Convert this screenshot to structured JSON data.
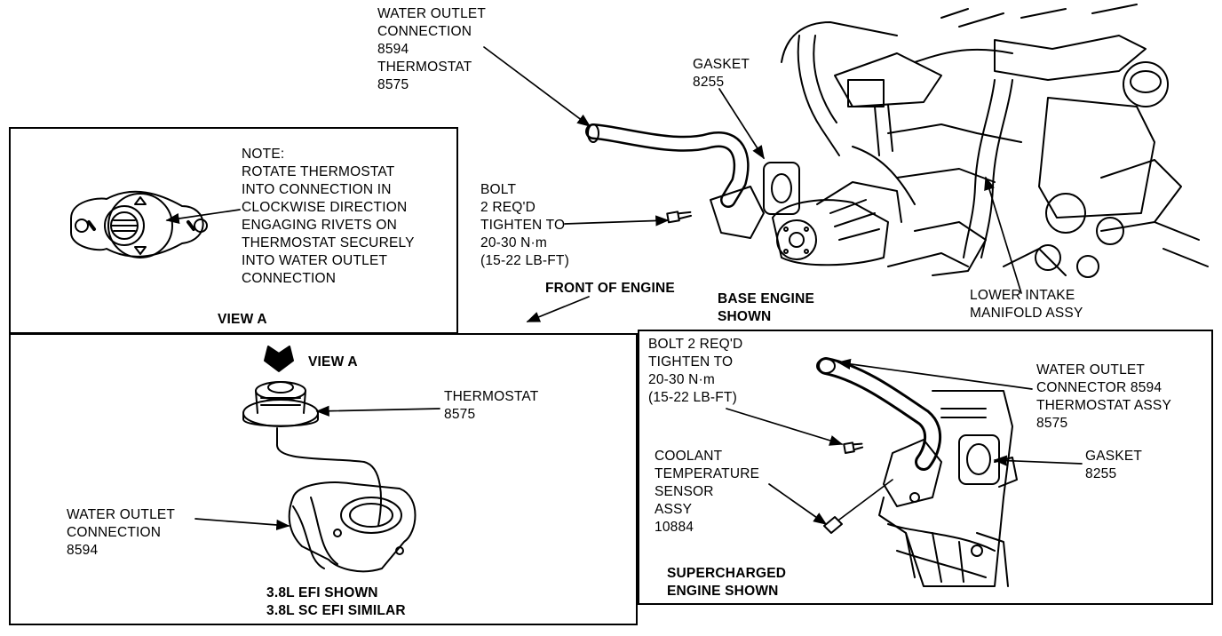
{
  "labels": {
    "water_outlet_top": "WATER OUTLET\nCONNECTION\n8594\nTHERMOSTAT\n8575",
    "gasket_top": "GASKET\n8255",
    "note": "NOTE:\nROTATE THERMOSTAT\nINTO CONNECTION IN\nCLOCKWISE DIRECTION\nENGAGING RIVETS ON\nTHERMOSTAT SECURELY\nINTO WATER OUTLET\nCONNECTION",
    "view_a_title": "VIEW A",
    "bolt_top": "BOLT\n2 REQ'D\nTIGHTEN TO\n20-30 N·m\n(15-22 LB-FT)",
    "front_of_engine": "FRONT OF ENGINE",
    "base_engine": "BASE ENGINE\nSHOWN",
    "lower_intake": "LOWER INTAKE\nMANIFOLD ASSY",
    "view_a_arrow": "VIEW A",
    "thermostat_left": "THERMOSTAT\n8575",
    "water_outlet_left": "WATER OUTLET\nCONNECTION\n8594",
    "efi_shown": "3.8L EFI SHOWN\n3.8L SC EFI SIMILAR",
    "bolt_right": "BOLT 2 REQ'D\nTIGHTEN TO\n20-30 N·m\n(15-22 LB-FT)",
    "water_outlet_right": "WATER OUTLET\nCONNECTOR 8594\nTHERMOSTAT ASSY\n8575",
    "gasket_right": "GASKET\n8255",
    "coolant_sensor": "COOLANT\nTEMPERATURE\nSENSOR\nASSY\n10884",
    "supercharged": "SUPERCHARGED\nENGINE SHOWN"
  }
}
